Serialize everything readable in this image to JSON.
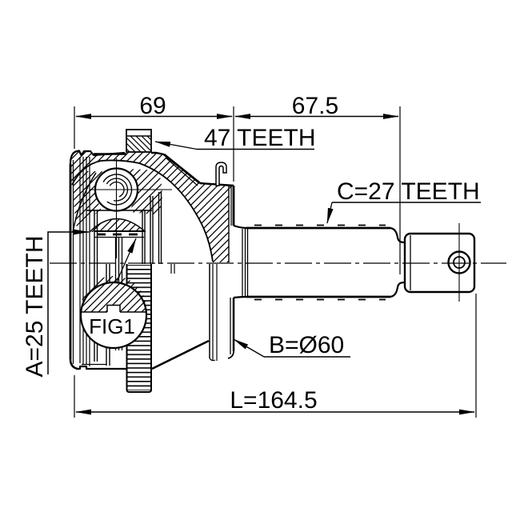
{
  "drawing": {
    "type": "technical-drawing",
    "subject": "CV joint outer drive shaft cross-section",
    "figure_number": "FIG1",
    "colors": {
      "ink": "#000000",
      "paper": "#ffffff"
    },
    "dimensions": {
      "width_left": "69",
      "width_right": "67.5",
      "overall_length": "L=164.5"
    },
    "callouts": {
      "abs_ring": "47 TEETH",
      "shaft_spline": "C=27 TEETH",
      "inner_spline": "A=25 TEETH",
      "boot_diameter": "B=Ø60",
      "figure": "FIG1"
    }
  }
}
